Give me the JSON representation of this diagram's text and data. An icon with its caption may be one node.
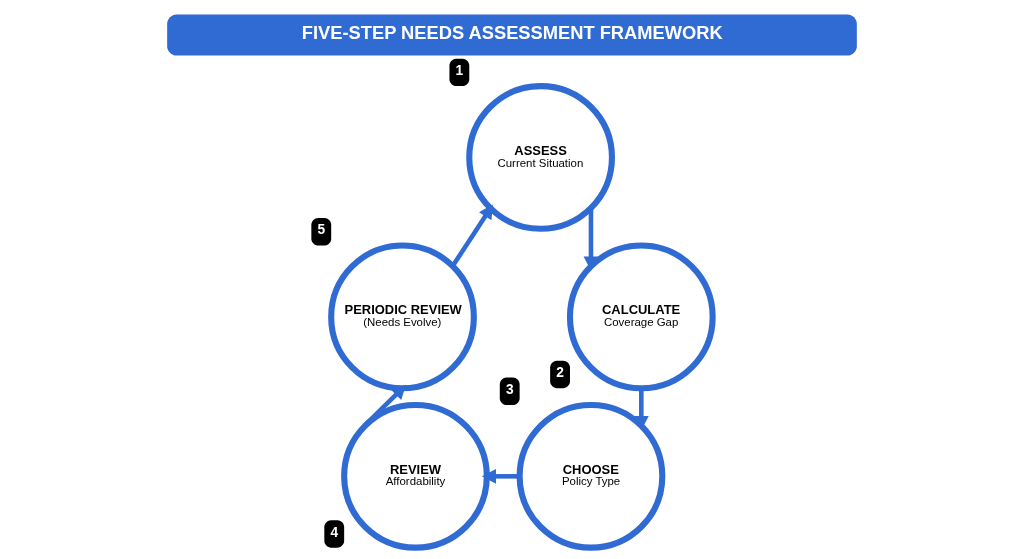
{
  "diagram": {
    "title": "FIVE-STEP NEEDS ASSESSMENT FRAMEWORK",
    "nodes": [
      {
        "text": [
          "ASSESS",
          "Current Situation"
        ],
        "beside": [
          "1"
        ]
      },
      {
        "text": [
          "CALCULATE",
          "Coverage Gap"
        ],
        "beside": [
          "2"
        ]
      },
      {
        "text": [
          "CHOOSE",
          "Policy Type"
        ],
        "beside": [
          "3"
        ]
      },
      {
        "text": [
          "REVIEW",
          "Affordability"
        ],
        "beside": [
          "4"
        ]
      },
      {
        "text": [
          "PERIODIC REVIEW",
          "(Needs Evolve)"
        ],
        "beside": [
          "5"
        ]
      }
    ],
    "edges": [
      {
        "from": 0,
        "to": 1,
        "arrow": "to"
      },
      {
        "from": 1,
        "to": 2,
        "arrow": "to"
      },
      {
        "from": 2,
        "to": 3,
        "arrow": "to"
      },
      {
        "from": 3,
        "to": 4,
        "arrow": "to"
      },
      {
        "from": 4,
        "to": 0,
        "arrow": "to"
      }
    ]
  }
}
